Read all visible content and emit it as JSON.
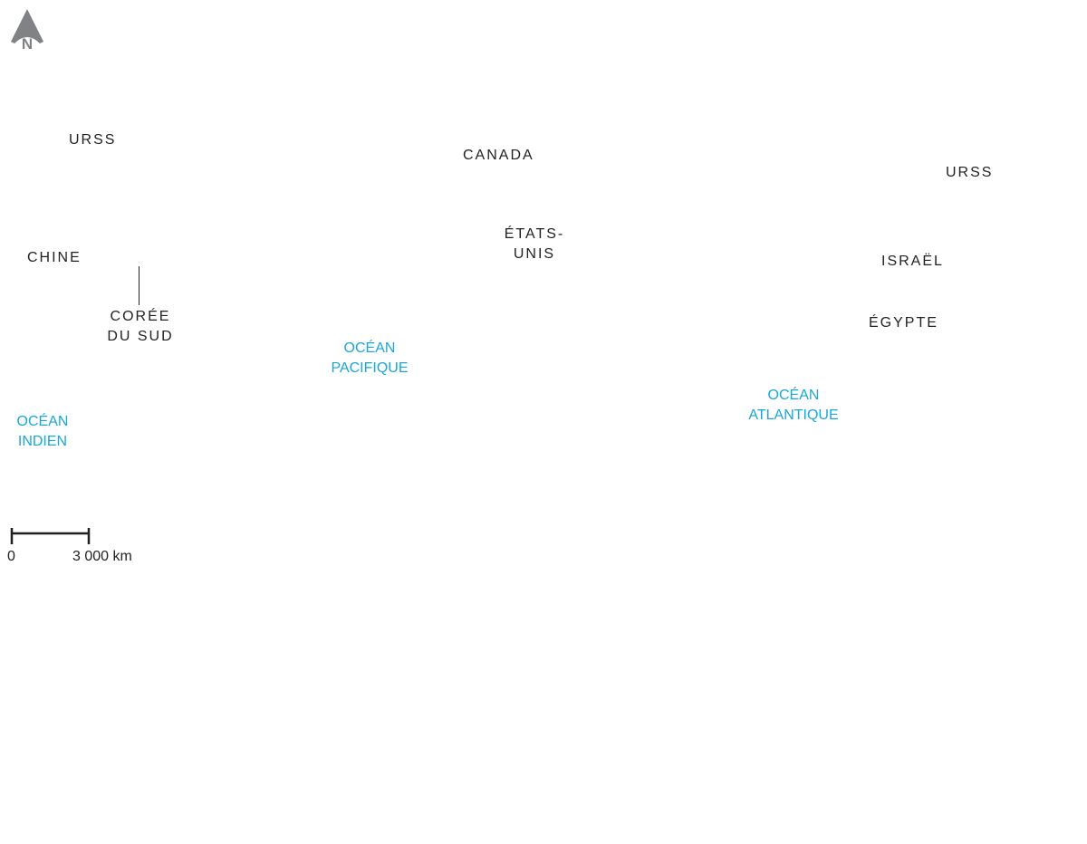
{
  "compass": {
    "letter": "N",
    "icon": "north-arrow-icon"
  },
  "countries": {
    "urss_west": "URSS",
    "urss_east": "URSS",
    "canada": "CANADA",
    "etats_unis": {
      "line1": "ÉTATS-",
      "line2": "UNIS"
    },
    "chine": "CHINE",
    "coree_du_sud": {
      "line1": "CORÉE",
      "line2": "DU SUD"
    },
    "israel": "ISRAËL",
    "egypte": "ÉGYPTE"
  },
  "oceans": {
    "pacifique": {
      "line1": "OCÉAN",
      "line2": "PACIFIQUE"
    },
    "atlantique": {
      "line1": "OCÉAN",
      "line2": "ATLANTIQUE"
    },
    "indien": {
      "line1": "OCÉAN",
      "line2": "INDIEN"
    }
  },
  "scale": {
    "start": "0",
    "end": "3 000 km"
  },
  "colors": {
    "country_text": "#231f20",
    "ocean_text": "#1aa7d6",
    "compass": "#808285"
  }
}
